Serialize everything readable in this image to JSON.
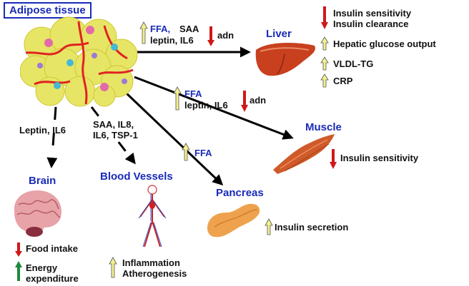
{
  "adipose": {
    "title": "Adipose tissue"
  },
  "edges": {
    "liver": {
      "up1": "FFA,",
      "up1b": "SAA",
      "up2": "leptin, IL6",
      "down": "adn"
    },
    "muscle": {
      "up1": "FFA",
      "up2": "leptin, IL6",
      "down": "adn"
    },
    "brain": {
      "label": "Leptin, IL6"
    },
    "vessels": {
      "line1": "SAA, IL8,",
      "line2": "IL6, TSP-1"
    },
    "pancreas": {
      "up": "FFA"
    }
  },
  "liver": {
    "title": "Liver",
    "effects": [
      {
        "dir": "down",
        "text": "Insulin sensitivity"
      },
      {
        "dir": "none",
        "text": "Insulin clearance"
      },
      {
        "dir": "up",
        "text": "Hepatic glucose output"
      },
      {
        "dir": "up",
        "text": "VLDL-TG"
      },
      {
        "dir": "up",
        "text": "CRP"
      }
    ]
  },
  "muscle": {
    "title": "Muscle",
    "effect": "Insulin sensitivity"
  },
  "brain": {
    "title": "Brain",
    "effects": [
      {
        "dir": "down",
        "text": "Food intake"
      },
      {
        "dir": "up",
        "text": "Energy"
      },
      {
        "dir": "none",
        "text": "expenditure"
      }
    ]
  },
  "vessels": {
    "title": "Blood Vessels",
    "effects": [
      "Inflammation",
      "Atherogenesis"
    ]
  },
  "pancreas": {
    "title": "Pancreas",
    "effect": "Insulin secretion"
  },
  "colors": {
    "title_blue": "#1a2bb8",
    "up_arrow": "#f3ef8e",
    "down_arrow": "#d01818",
    "green_arrow": "#1e8a3a",
    "fat_cell": "#e7e565",
    "liver": "#c8401e",
    "muscle": "#cf5a2a",
    "pancreas": "#efa24d"
  }
}
